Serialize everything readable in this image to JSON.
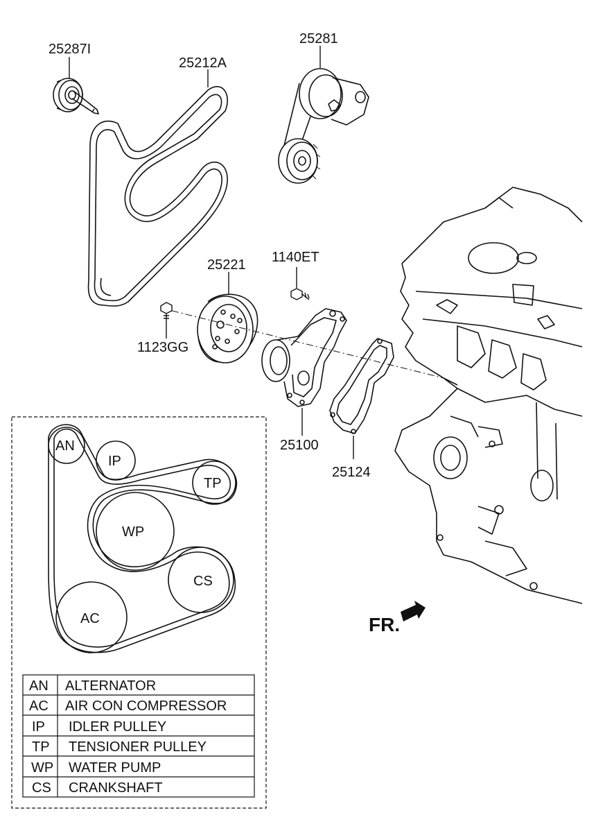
{
  "parts": {
    "p25287I": "25287I",
    "p25212A": "25212A",
    "p25281": "25281",
    "p25221": "25221",
    "p1140ET": "1140ET",
    "p1123GG": "1123GG",
    "p25100": "25100",
    "p25124": "25124"
  },
  "direction_label": "FR.",
  "routing": {
    "AN": "AN",
    "IP": "IP",
    "TP": "TP",
    "WP": "WP",
    "CS": "CS",
    "AC": "AC"
  },
  "legend": [
    {
      "abbr": "AN",
      "name": "ALTERNATOR"
    },
    {
      "abbr": "AC",
      "name": "AIR CON COMPRESSOR"
    },
    {
      "abbr": "IP",
      "name": "IDLER PULLEY"
    },
    {
      "abbr": "TP",
      "name": "TENSIONER PULLEY"
    },
    {
      "abbr": "WP",
      "name": "WATER PUMP"
    },
    {
      "abbr": "CS",
      "name": "CRANKSHAFT"
    }
  ]
}
